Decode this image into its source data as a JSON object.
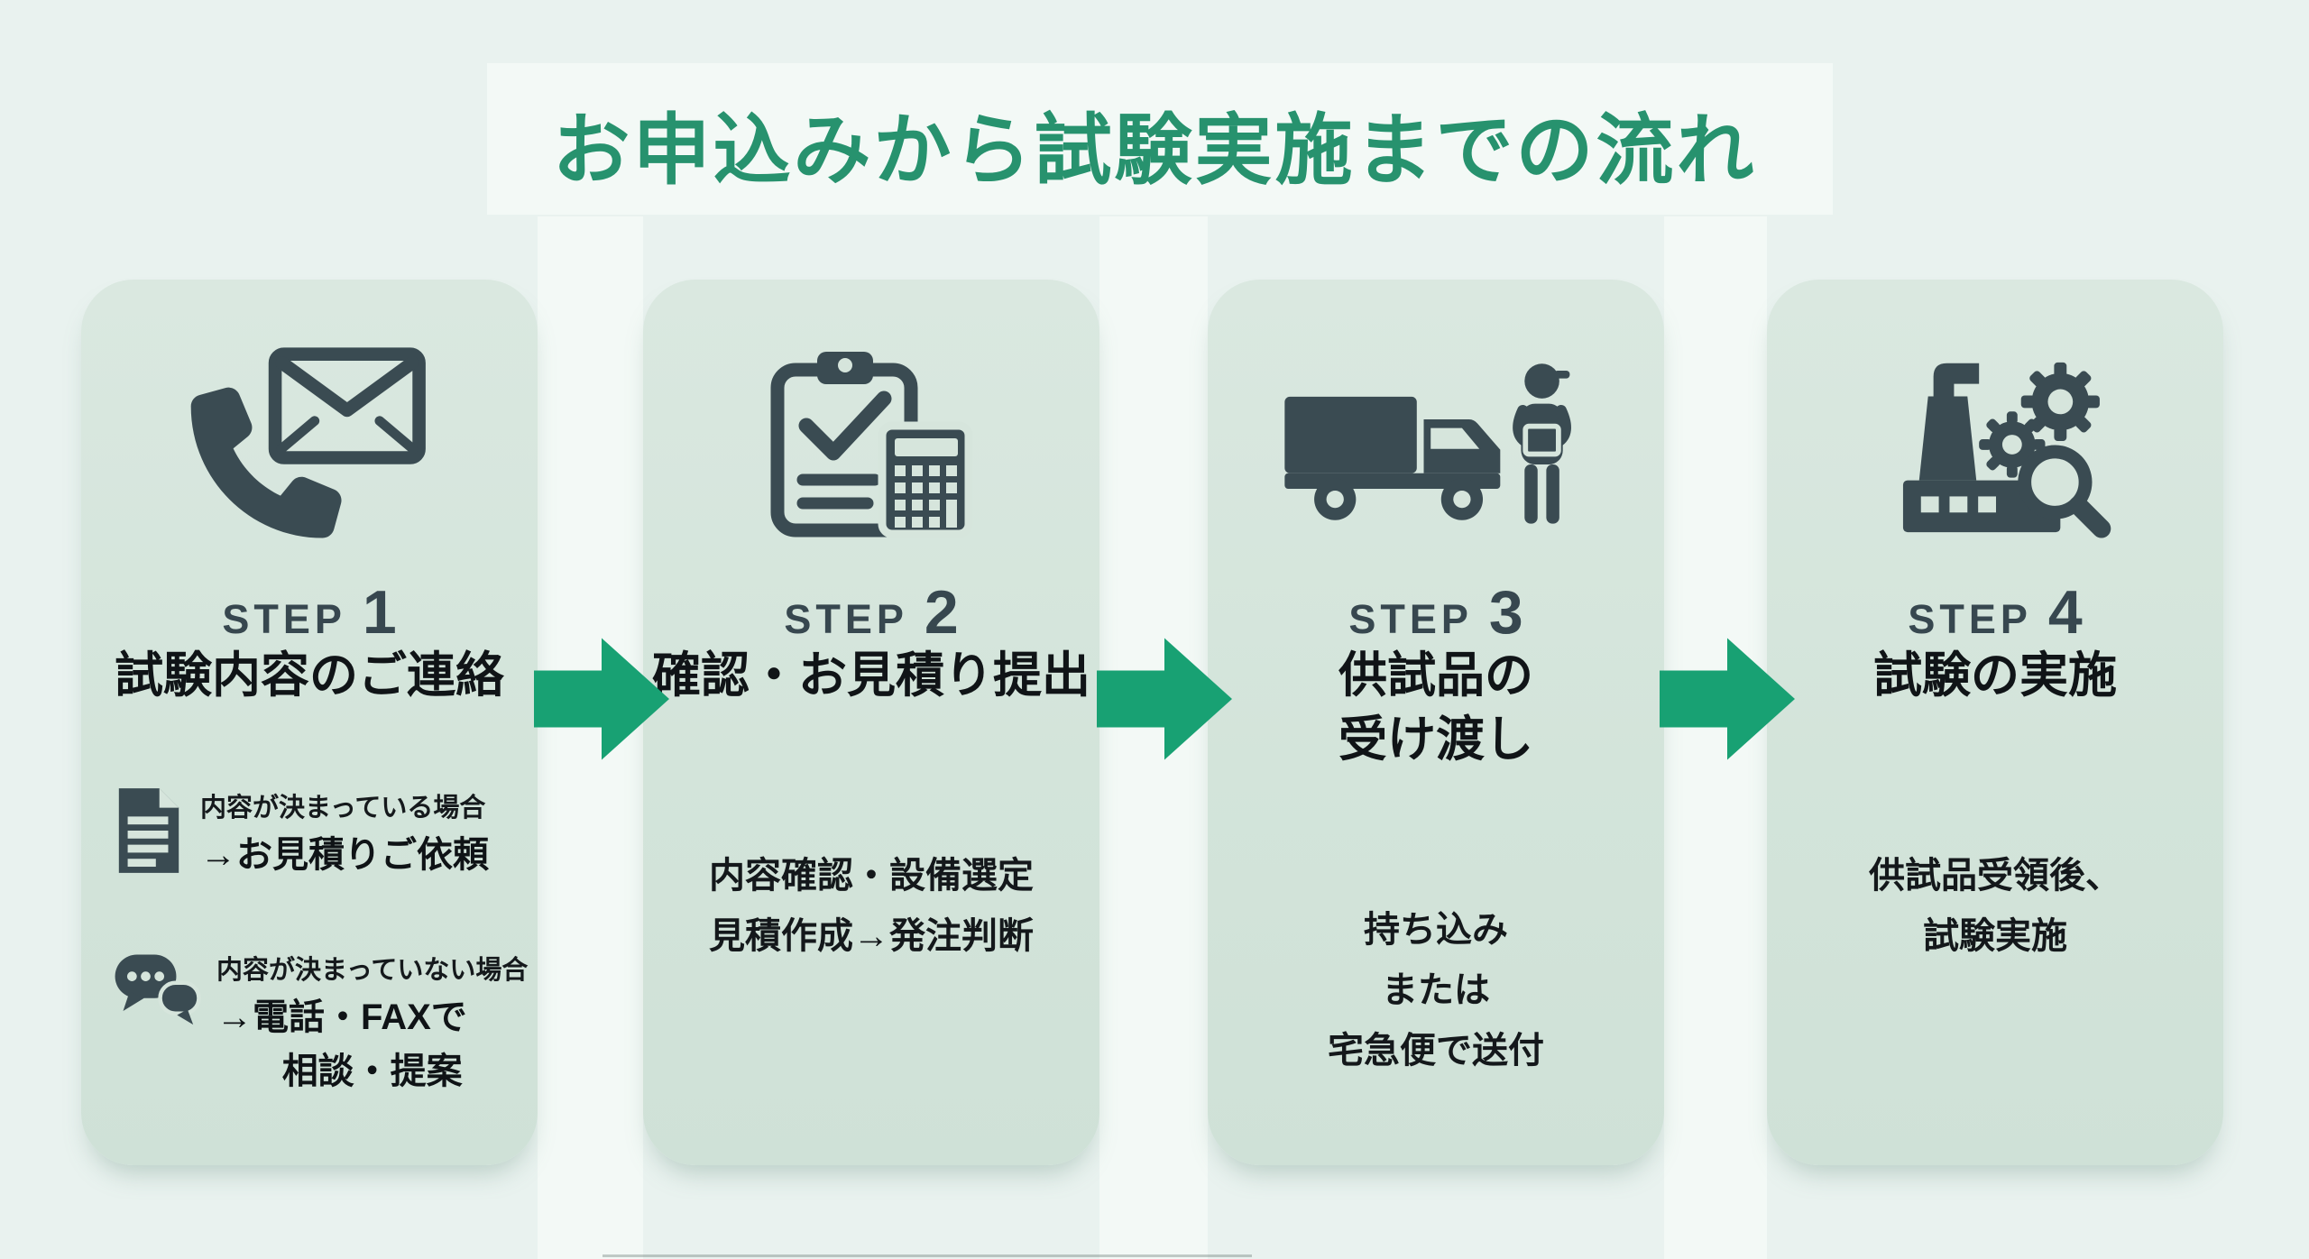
{
  "title": "お申込みから試験実施までの流れ",
  "colors": {
    "page_bg": "#e9f2ef",
    "card_bg": "#d5e4db",
    "accent_title_green": "#27926e",
    "arrow_green": "#18a173",
    "icon_dark": "#3a4b52",
    "step_label_color": "#37474f",
    "text_black": "#14181b"
  },
  "steps": [
    {
      "label": "STEP",
      "number": "1",
      "icon": "phone-mail-icon",
      "title_lines": [
        "試験内容のご連絡"
      ],
      "cases": [
        {
          "icon": "document-icon",
          "condition": "内容が決まっている場合",
          "action_lines": [
            "→お見積りご依頼"
          ]
        },
        {
          "icon": "chat-bubbles-icon",
          "condition": "内容が決まっていない場合",
          "action_lines": [
            "→電話・FAXで",
            "相談・提案"
          ]
        }
      ]
    },
    {
      "label": "STEP",
      "number": "2",
      "icon": "clipboard-calculator-icon",
      "title_lines": [
        "確認・お見積り提出"
      ],
      "body_lines": [
        "内容確認・設備選定",
        "見積作成→発注判断"
      ]
    },
    {
      "label": "STEP",
      "number": "3",
      "icon": "truck-courier-icon",
      "title_lines": [
        "供試品の",
        "受け渡し"
      ],
      "body_lines": [
        "持ち込み",
        "または",
        "宅急便で送付"
      ]
    },
    {
      "label": "STEP",
      "number": "4",
      "icon": "factory-inspection-icon",
      "title_lines": [
        "試験の実施"
      ],
      "body_lines": [
        "供試品受領後、",
        "試験実施"
      ]
    }
  ]
}
